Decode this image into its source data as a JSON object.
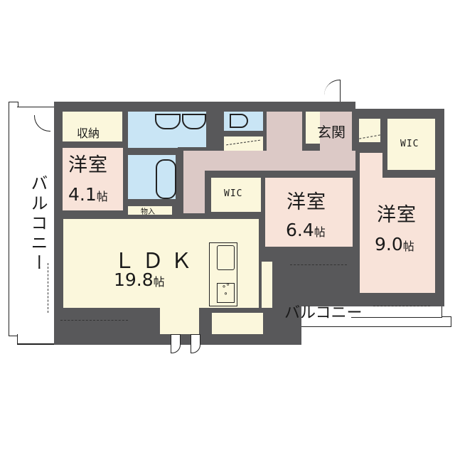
{
  "floorplan": {
    "type": "apartment",
    "layout": "3LDK",
    "colors": {
      "wall": "#58585a",
      "bedroom": "#f8e3d9",
      "ldk_storage": "#fbf7dc",
      "wet_area": "#c9e5f5",
      "hallway": "#dcc9c6"
    },
    "rooms": {
      "bedroom_small": {
        "name": "洋室",
        "size": "4.1",
        "unit": "帖"
      },
      "bedroom_mid": {
        "name": "洋室",
        "size": "6.4",
        "unit": "帖"
      },
      "bedroom_large": {
        "name": "洋室",
        "size": "9.0",
        "unit": "帖"
      },
      "ldk": {
        "name": "ＬＤＫ",
        "size": "19.8",
        "unit": "帖"
      },
      "storage": {
        "name": "収納"
      },
      "closet_small": {
        "name": "物入"
      },
      "entrance": {
        "name": "玄関"
      },
      "wic_center": {
        "name": "WIC"
      },
      "wic_right": {
        "name": "WIC"
      }
    },
    "balconies": {
      "left": {
        "name": "バルコニー"
      },
      "bottom": {
        "name": "バルコニー"
      }
    }
  }
}
